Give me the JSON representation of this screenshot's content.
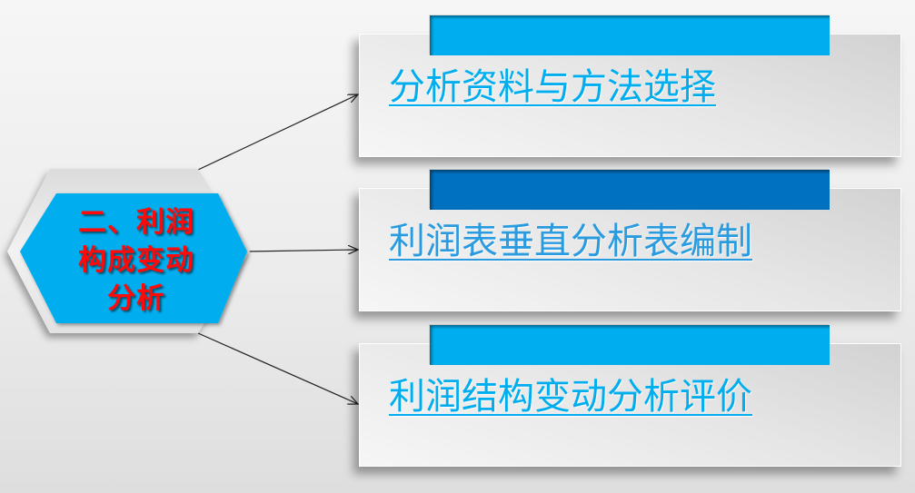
{
  "center": {
    "lines": [
      "二、利润",
      "构成变动",
      "分析"
    ],
    "text_color": "#ff0a0a",
    "fill_color": "#00aeef",
    "frame_color": "#e4e4e4"
  },
  "branches": [
    {
      "label": "分析资料与方法选择",
      "tab_color": "#00aeef",
      "text_color": "#00aeef"
    },
    {
      "label": "利润表垂直分析表编制",
      "tab_color": "#0070c0",
      "text_color": "#2b9be0"
    },
    {
      "label": "利润结构变动分析评价",
      "tab_color": "#00aeef",
      "text_color": "#00aeef"
    }
  ],
  "arrow_icon": "arrow-right-icon"
}
